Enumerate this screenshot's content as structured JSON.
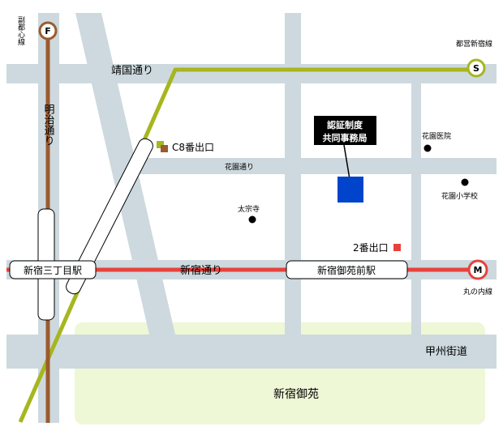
{
  "colors": {
    "road": "#cdd9de",
    "park": "#eef7d6",
    "jr_line": "#a6b61f",
    "marunouchi_line": "#e8413c",
    "fukutoshin_line": "#9c5a2e",
    "office_marker": "#0044cc",
    "exit_2_marker": "#e8413c",
    "exit_c8_marker_a": "#a6b61f",
    "exit_c8_marker_b": "#9c5a2e"
  },
  "map": {
    "roads": {
      "yasukuni": "靖国通り",
      "meiji": "明治通り",
      "hanazono": "花園通り",
      "shinjuku": "新宿通り",
      "koshu": "甲州街道"
    },
    "lines": {
      "fukutoshin": {
        "badge": "F",
        "label": "副都心線"
      },
      "toei_shinjuku": {
        "badge": "S",
        "label": "都営新宿線"
      },
      "marunouchi": {
        "badge": "M",
        "label": "丸の内線"
      }
    },
    "stations": {
      "sanchome": "新宿三丁目駅",
      "gyoenmae": "新宿御苑前駅"
    },
    "exits": {
      "c8": "C8番出口",
      "exit2": "2番出口"
    },
    "landmarks": {
      "taisoji": "太宗寺",
      "hospital": "花園医院",
      "school": "花園小学校",
      "park": "新宿御苑"
    },
    "office": {
      "line1": "認証制度",
      "line2": "共同事務局"
    }
  }
}
